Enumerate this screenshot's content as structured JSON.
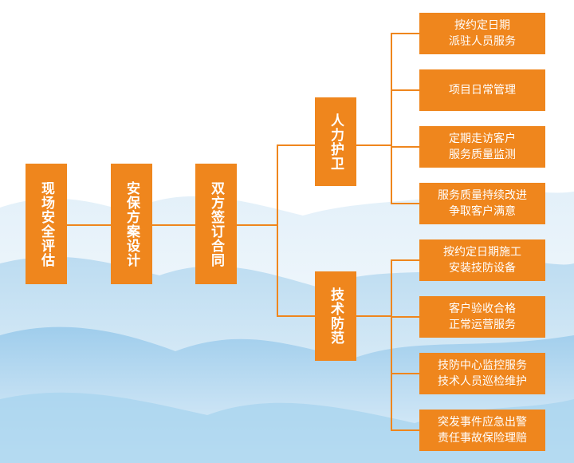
{
  "colors": {
    "accent": "#ef861d",
    "sky": "#cfe6f5"
  },
  "steps": [
    "现场安全评估",
    "安保方案设计",
    "双方签订合同"
  ],
  "branches": [
    {
      "label": "人力护卫",
      "items": [
        [
          "按约定日期",
          "派驻人员服务"
        ],
        [
          "项目日常管理"
        ],
        [
          "定期走访客户",
          "服务质量监测"
        ],
        [
          "服务质量持续改进",
          "争取客户满意"
        ]
      ]
    },
    {
      "label": "技术防范",
      "items": [
        [
          "按约定日期施工",
          "安装技防设备"
        ],
        [
          "客户验收合格",
          "正常运营服务"
        ],
        [
          "技防中心监控服务",
          "技术人员巡检维护"
        ],
        [
          "突发事件应急出警",
          "责任事故保险理赔"
        ]
      ]
    }
  ]
}
